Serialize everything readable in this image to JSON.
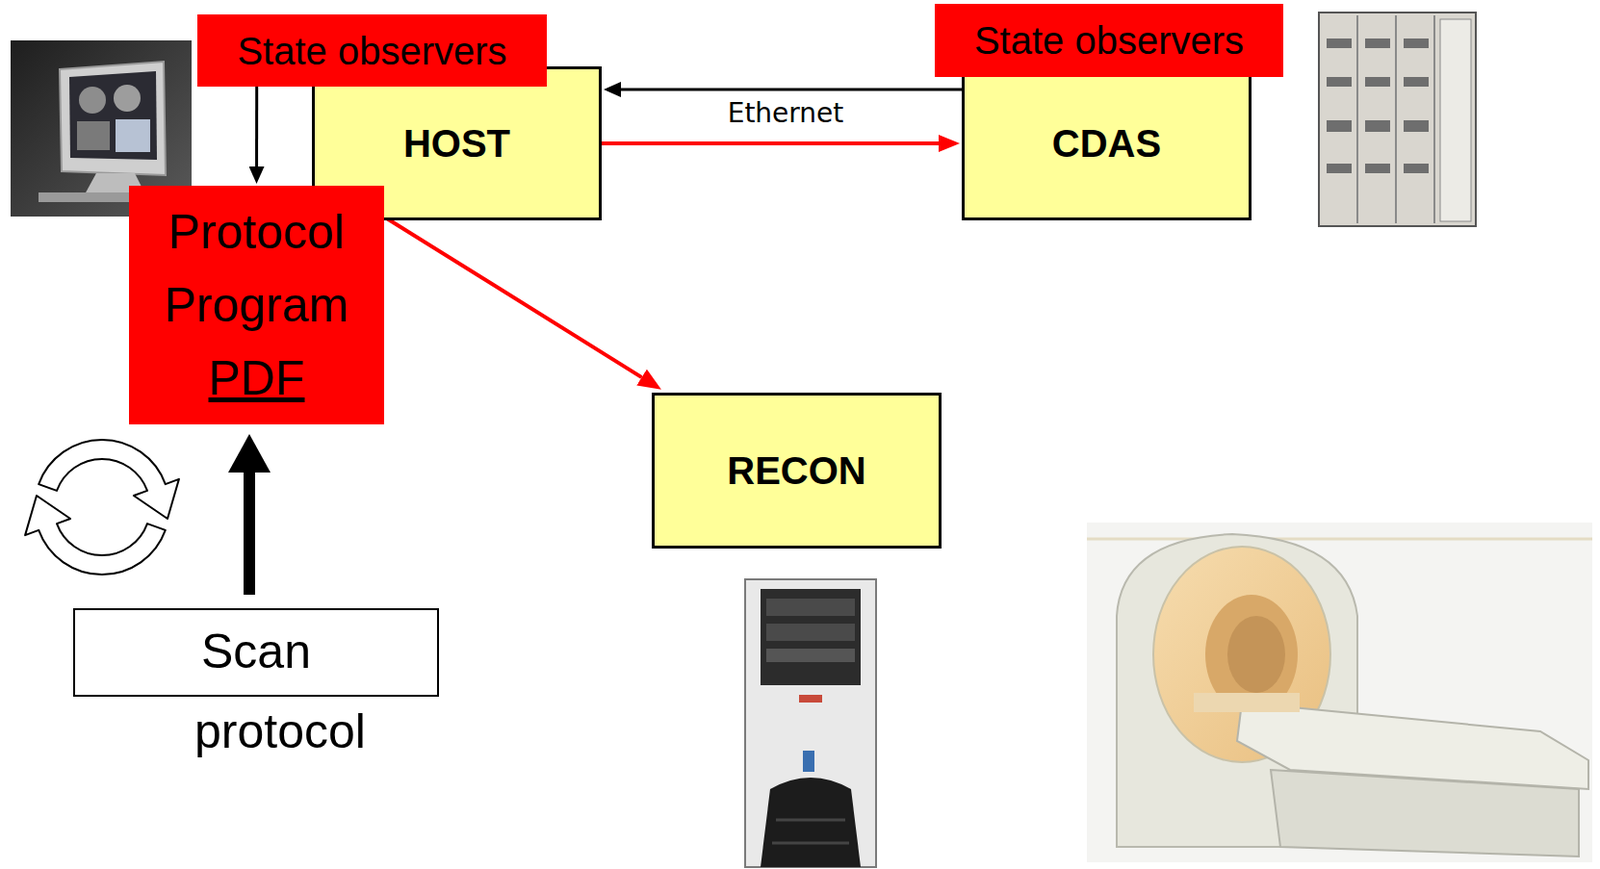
{
  "diagram": {
    "nodes": [
      {
        "text": [
          "State observers"
        ]
      },
      {
        "text": [
          "HOST"
        ]
      },
      {
        "text": [
          "State observers"
        ]
      },
      {
        "text": [
          "CDAS"
        ]
      },
      {
        "text": [
          "Protocol Program",
          "PDF"
        ]
      },
      {
        "text": [
          "RECON"
        ]
      },
      {
        "text": [
          "Scan",
          "protocol"
        ]
      }
    ],
    "edges": [
      {
        "from": 0,
        "to": 4,
        "arrow": "to"
      },
      {
        "from": 3,
        "to": 1,
        "label": "Ethernet",
        "arrow": "to"
      },
      {
        "from": 1,
        "to": 3,
        "arrow": "to"
      },
      {
        "from": 4,
        "to": 5,
        "arrow": "to"
      },
      {
        "from": 6,
        "to": 4,
        "arrow": "to"
      }
    ]
  }
}
